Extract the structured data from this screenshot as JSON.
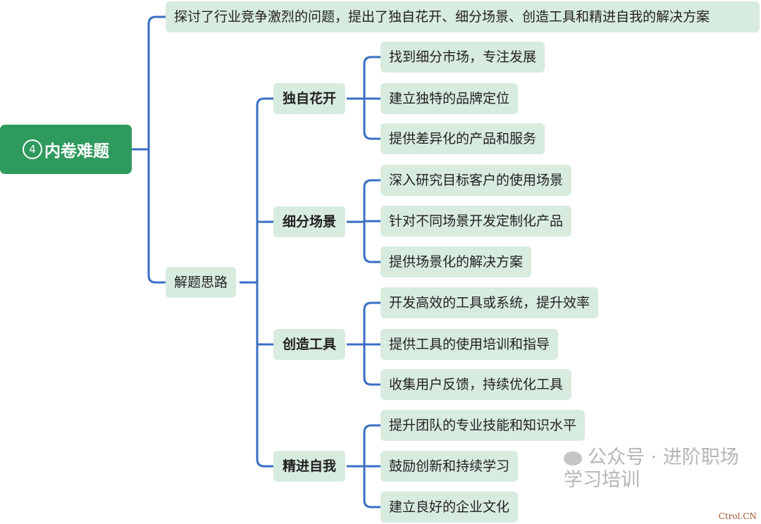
{
  "root": {
    "number": "4",
    "title": "内卷难题"
  },
  "summary": "探讨了行业竞争激烈的问题，提出了独自花开、细分场景、创造工具和精进自我的解决方案",
  "approach": {
    "label": "解题思路",
    "branches": [
      {
        "label": "独自花开",
        "items": [
          "找到细分市场，专注发展",
          "建立独特的品牌定位",
          "提供差异化的产品和服务"
        ]
      },
      {
        "label": "细分场景",
        "items": [
          "深入研究目标客户的使用场景",
          "针对不同场景开发定制化产品",
          "提供场景化的解决方案"
        ]
      },
      {
        "label": "创造工具",
        "items": [
          "开发高效的工具或系统，提升效率",
          "提供工具的使用培训和指导",
          "收集用户反馈，持续优化工具"
        ]
      },
      {
        "label": "精进自我",
        "items": [
          "提升团队的专业技能和知识水平",
          "鼓励创新和持续学习",
          "建立良好的企业文化"
        ]
      }
    ]
  },
  "watermark": "公众号 · 进阶职场学习培训",
  "credit": "Ctrol.CN",
  "colors": {
    "root": "#2f9a5d",
    "node": "#d8ebdf",
    "line": "#3a6ec4"
  }
}
